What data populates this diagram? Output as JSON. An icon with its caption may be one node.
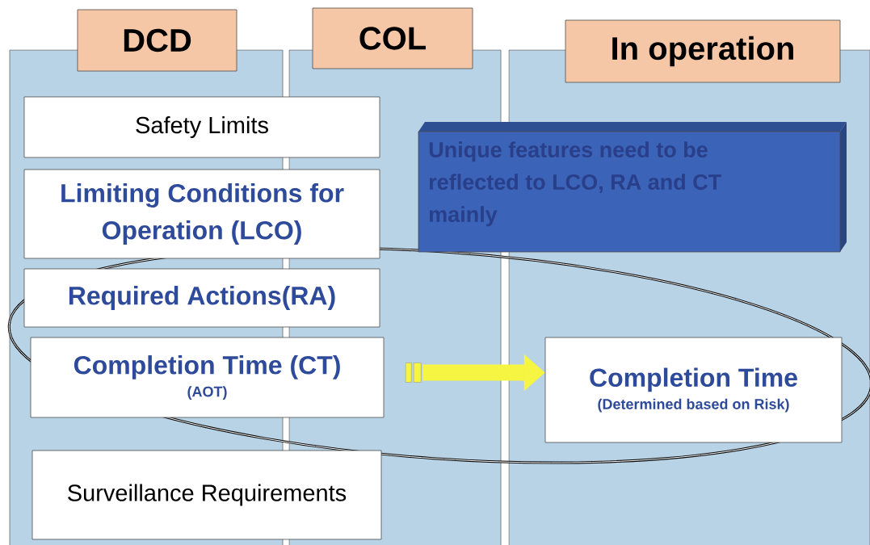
{
  "diagram": {
    "nodes": [
      {
        "text": [
          "DCD"
        ]
      },
      {
        "text": [
          "COL"
        ]
      },
      {
        "text": [
          "In operation"
        ]
      },
      {
        "text": [
          "Safety Limits"
        ]
      },
      {
        "text": [
          "Limiting Conditions for Operation (LCO)"
        ]
      },
      {
        "text": [
          "Required Actions(RA)"
        ]
      },
      {
        "text": [
          "Completion Time (CT)",
          "(AOT)"
        ]
      },
      {
        "text": [
          "Surveillance Requirements"
        ]
      },
      {
        "text": [
          "Unique features need to be reflected to LCO, RA and CT mainly"
        ]
      },
      {
        "text": [
          "Completion Time",
          "(Determined based on Risk)"
        ]
      }
    ],
    "edges": [
      {
        "from": 6,
        "to": 9,
        "arrow": "to"
      }
    ]
  }
}
